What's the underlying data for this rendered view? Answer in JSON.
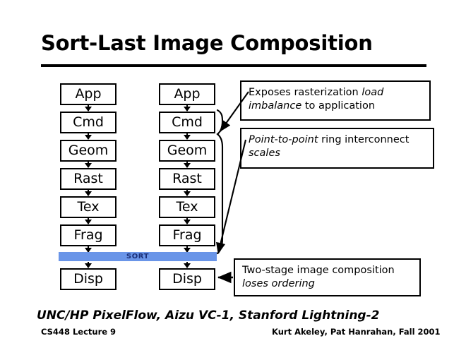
{
  "slide": {
    "title": "Sort-Last Image Composition",
    "caption": "UNC/HP PixelFlow, Aizu VC-1, Stanford Lightning-2",
    "footer_left": "CS448 Lecture 9",
    "footer_right": "Kurt Akeley, Pat Hanrahan, Fall 2001"
  },
  "colors": {
    "sort_bar": "#6a95e8",
    "sort_label": "#1b2f77",
    "ink": "#000000",
    "background": "#ffffff"
  },
  "pipelines": {
    "stage_labels": [
      "App",
      "Cmd",
      "Geom",
      "Rast",
      "Tex",
      "Frag",
      "Disp"
    ],
    "left": {
      "name": "left-pipeline",
      "stages": [
        "App",
        "Cmd",
        "Geom",
        "Rast",
        "Tex",
        "Frag",
        "Disp"
      ]
    },
    "right": {
      "name": "right-pipeline",
      "stages": [
        "App",
        "Cmd",
        "Geom",
        "Rast",
        "Tex",
        "Frag",
        "Disp"
      ]
    }
  },
  "sort_bar": {
    "label": "SORT",
    "position": "between Frag and Disp"
  },
  "callouts": [
    {
      "id": "callout-load-imbalance",
      "line1_plain": "Exposes rasterization ",
      "line1_italic": "load",
      "line2_italic": "imbalance",
      "line2_plain": " to application",
      "full_text": "Exposes rasterization load imbalance to application"
    },
    {
      "id": "callout-ring-interconnect",
      "line1_italic": "Point-to-point",
      "line1_plain": " ring interconnect",
      "line2_italic": "scales",
      "line2_plain": "",
      "full_text": "Point-to-point ring interconnect scales"
    },
    {
      "id": "callout-two-stage",
      "line1_plain": "Two-stage image composition",
      "line1_italic": "",
      "line2_italic": "loses ordering",
      "line2_plain": "",
      "full_text": "Two-stage image composition loses ordering"
    }
  ]
}
